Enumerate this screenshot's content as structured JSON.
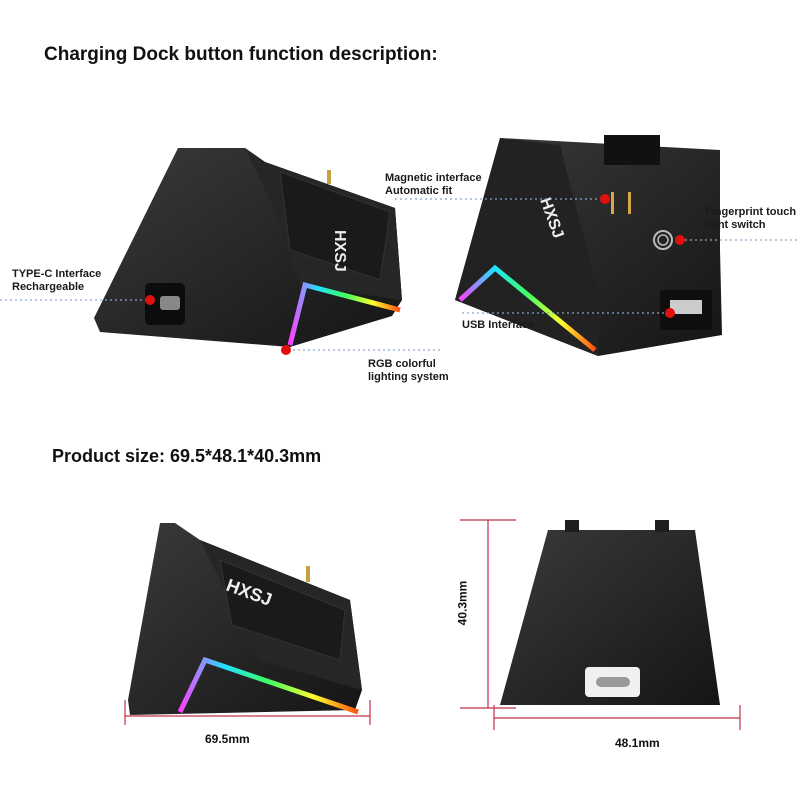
{
  "heading": "Charging Dock button function description:",
  "callouts": {
    "magnetic": [
      "Magnetic interface",
      "Automatic fit"
    ],
    "fingerprint": [
      "Fingerprint touch",
      "light switch"
    ],
    "typec": [
      "TYPE-C Interface",
      "Rechargeable"
    ],
    "usb": [
      "USB Interface"
    ],
    "rgb": [
      "RGB colorful",
      "lighting system"
    ]
  },
  "size_heading": "Product size: 69.5*48.1*40.3mm",
  "dimensions": {
    "length": "69.5mm",
    "width": "48.1mm",
    "height": "40.3mm"
  },
  "brand_logo": "HXSJ",
  "colors": {
    "dock": "#1e1e1e",
    "marker": "#e01010",
    "dotted_line": "#8aa6c8",
    "dimension_line": "#c0304a"
  }
}
